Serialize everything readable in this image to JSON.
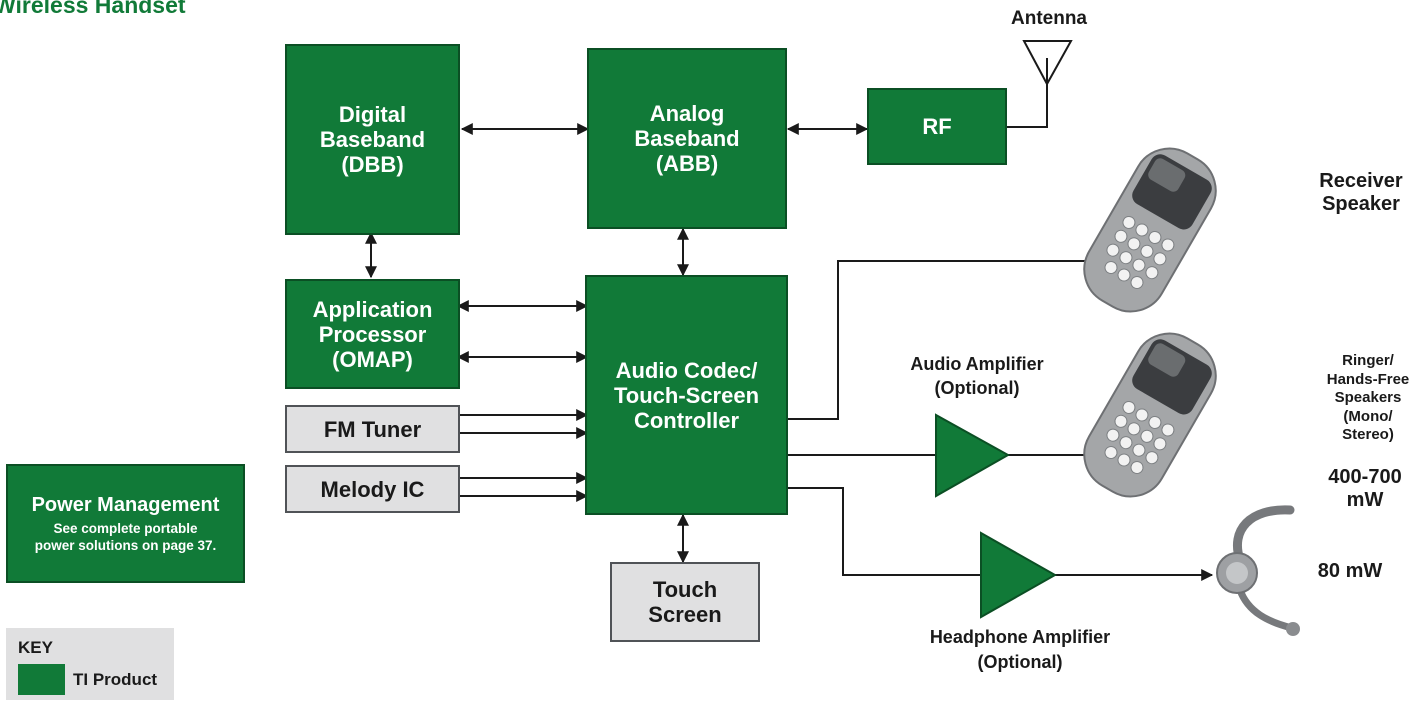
{
  "title": "Wireless Handset",
  "blocks": {
    "dbb": [
      "Digital",
      "Baseband",
      "(DBB)"
    ],
    "abb": [
      "Analog",
      "Baseband",
      "(ABB)"
    ],
    "rf": [
      "RF"
    ],
    "app": [
      "Application",
      "Processor",
      "(OMAP)"
    ],
    "codec": [
      "Audio Codec/",
      "Touch-Screen",
      "Controller"
    ],
    "fm": [
      "FM Tuner"
    ],
    "melody": [
      "Melody IC"
    ],
    "touch": [
      "Touch",
      "Screen"
    ]
  },
  "power_management": {
    "title": "Power Management",
    "note": [
      "See complete portable",
      "power solutions on page 37."
    ]
  },
  "labels": {
    "antenna": "Antenna",
    "receiver": [
      "Receiver",
      "Speaker"
    ],
    "ringer": [
      "Ringer/",
      "Hands-Free",
      "Speakers",
      "(Mono/",
      "Stereo)"
    ],
    "ringer_power": [
      "400-700",
      "mW"
    ],
    "audio_amp": [
      "Audio Amplifier",
      "(Optional)"
    ],
    "headphone_amp": [
      "Headphone Amplifier",
      "(Optional)"
    ],
    "headphone_power": "80 mW"
  },
  "key": {
    "title": "KEY",
    "item": "TI Product"
  },
  "colors": {
    "ti_green": "#117a38",
    "ti_green_border": "#0b4f24",
    "non_ti_gray": "#e0e0e1",
    "line": "#1a1a1a"
  },
  "icons": [
    "antenna-icon",
    "phone-icon",
    "headset-icon",
    "triangle-amplifier-icon",
    "arrow-icon"
  ]
}
